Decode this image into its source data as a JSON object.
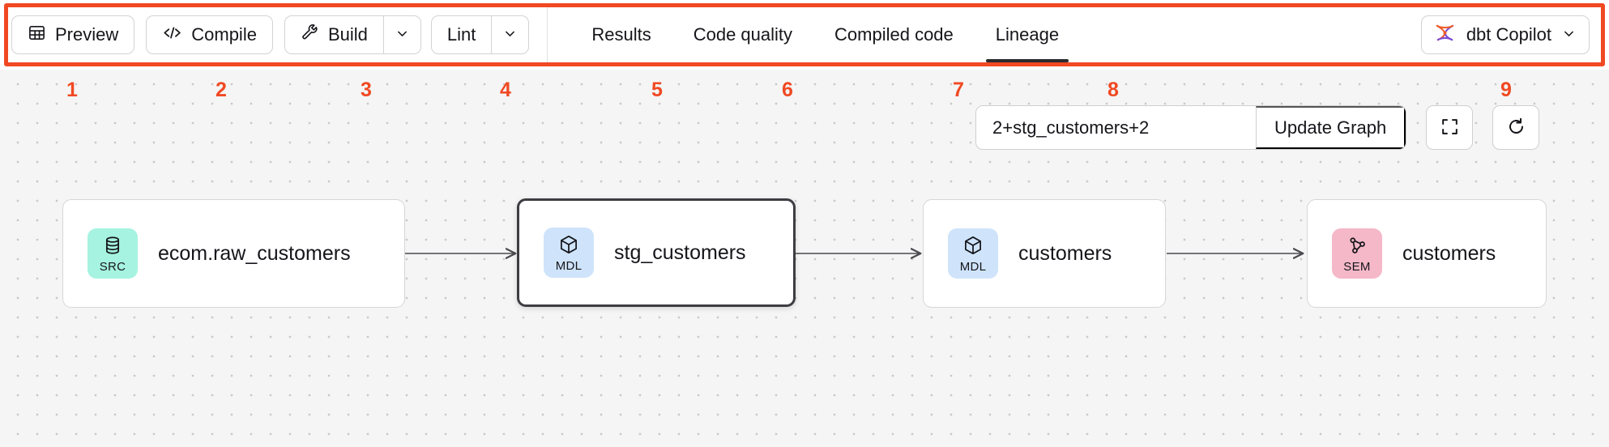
{
  "toolbar": {
    "buttons": [
      {
        "label": "Preview",
        "icon": "table-icon"
      },
      {
        "label": "Compile",
        "icon": "code-icon"
      },
      {
        "label": "Build",
        "icon": "wrench-icon",
        "has_caret": true
      },
      {
        "label": "Lint",
        "icon": null,
        "has_caret": true
      }
    ],
    "tabs": [
      {
        "label": "Results",
        "active": false
      },
      {
        "label": "Code quality",
        "active": false
      },
      {
        "label": "Compiled code",
        "active": false
      },
      {
        "label": "Lineage",
        "active": true
      }
    ],
    "copilot": {
      "label": "dbt Copilot",
      "icon": "dbt-copilot-icon",
      "caret": "chevron-down-icon"
    }
  },
  "annotations": {
    "numbers": [
      "1",
      "2",
      "3",
      "4",
      "5",
      "6",
      "7",
      "8",
      "9"
    ],
    "color": "#f04923"
  },
  "graph_controls": {
    "search_value": "2+stg_customers+2",
    "search_placeholder": "Enter selector",
    "update_label": "Update Graph",
    "fit_view_icon": "fullscreen-icon",
    "refresh_icon": "refresh-icon"
  },
  "lineage": {
    "nodes": [
      {
        "id": "src-raw-customers",
        "badge": "SRC",
        "badge_icon": "database-icon",
        "badge_color": "#a5f3e0",
        "label": "ecom.raw_customers",
        "selected": false
      },
      {
        "id": "mdl-stg-customers",
        "badge": "MDL",
        "badge_icon": "cube-icon",
        "badge_color": "#cfe4fb",
        "label": "stg_customers",
        "selected": true
      },
      {
        "id": "mdl-customers",
        "badge": "MDL",
        "badge_icon": "cube-icon",
        "badge_color": "#cfe4fb",
        "label": "customers",
        "selected": false
      },
      {
        "id": "sem-customers",
        "badge": "SEM",
        "badge_icon": "semantic-graph-icon",
        "badge_color": "#f5b8c8",
        "label": "customers",
        "selected": false
      }
    ]
  }
}
